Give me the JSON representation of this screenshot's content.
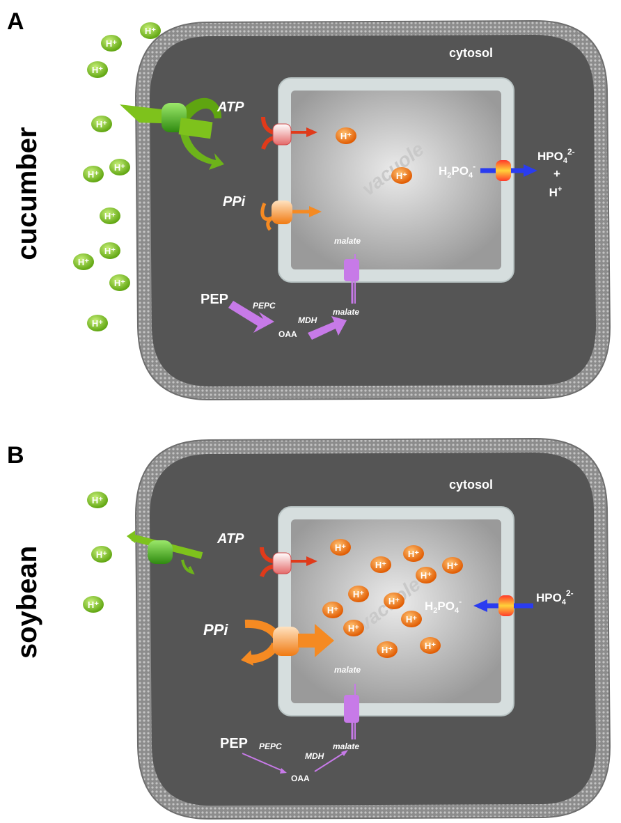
{
  "panels": [
    {
      "letter": "A",
      "species": "cucumber",
      "cytosol": "cytosol",
      "vacuole": "vacuole",
      "atp": "ATP",
      "ppi": "PPi",
      "phosphate_in": "H2PO4-",
      "phosphate_out_line1": "HPO42-",
      "phosphate_out_line2": "+",
      "phosphate_out_line3": "H+",
      "pep": "PEP",
      "pepc": "PEPC",
      "mdh": "MDH",
      "oaa": "OAA",
      "malate_cytosol": "malate",
      "malate_vacuole": "malate",
      "proton": "H+"
    },
    {
      "letter": "B",
      "species": "soybean",
      "cytosol": "cytosol",
      "vacuole": "vacuole",
      "atp": "ATP",
      "ppi": "PPi",
      "phosphate_in": "H2PO4-",
      "phosphate_out_line1": "HPO42-",
      "pep": "PEP",
      "pepc": "PEPC",
      "mdh": "MDH",
      "oaa": "OAA",
      "malate_cytosol": "malate",
      "malate_vacuole": "malate",
      "proton": "H+"
    }
  ],
  "colors": {
    "membrane": "#8a8a8a",
    "cytosol": "#555555",
    "vacuole_wall": "#d4dcdc",
    "vacuole_inner": "#b8b8b8",
    "proton_out": "#7ec21c",
    "proton_in": "#f07a12",
    "h_atpase": "#42a81c",
    "v_atpase": "#e03a1a",
    "v_ppase": "#f58a22",
    "malate_pathway": "#c77ae8",
    "phosphate_arrow": "#2a3cf0"
  }
}
